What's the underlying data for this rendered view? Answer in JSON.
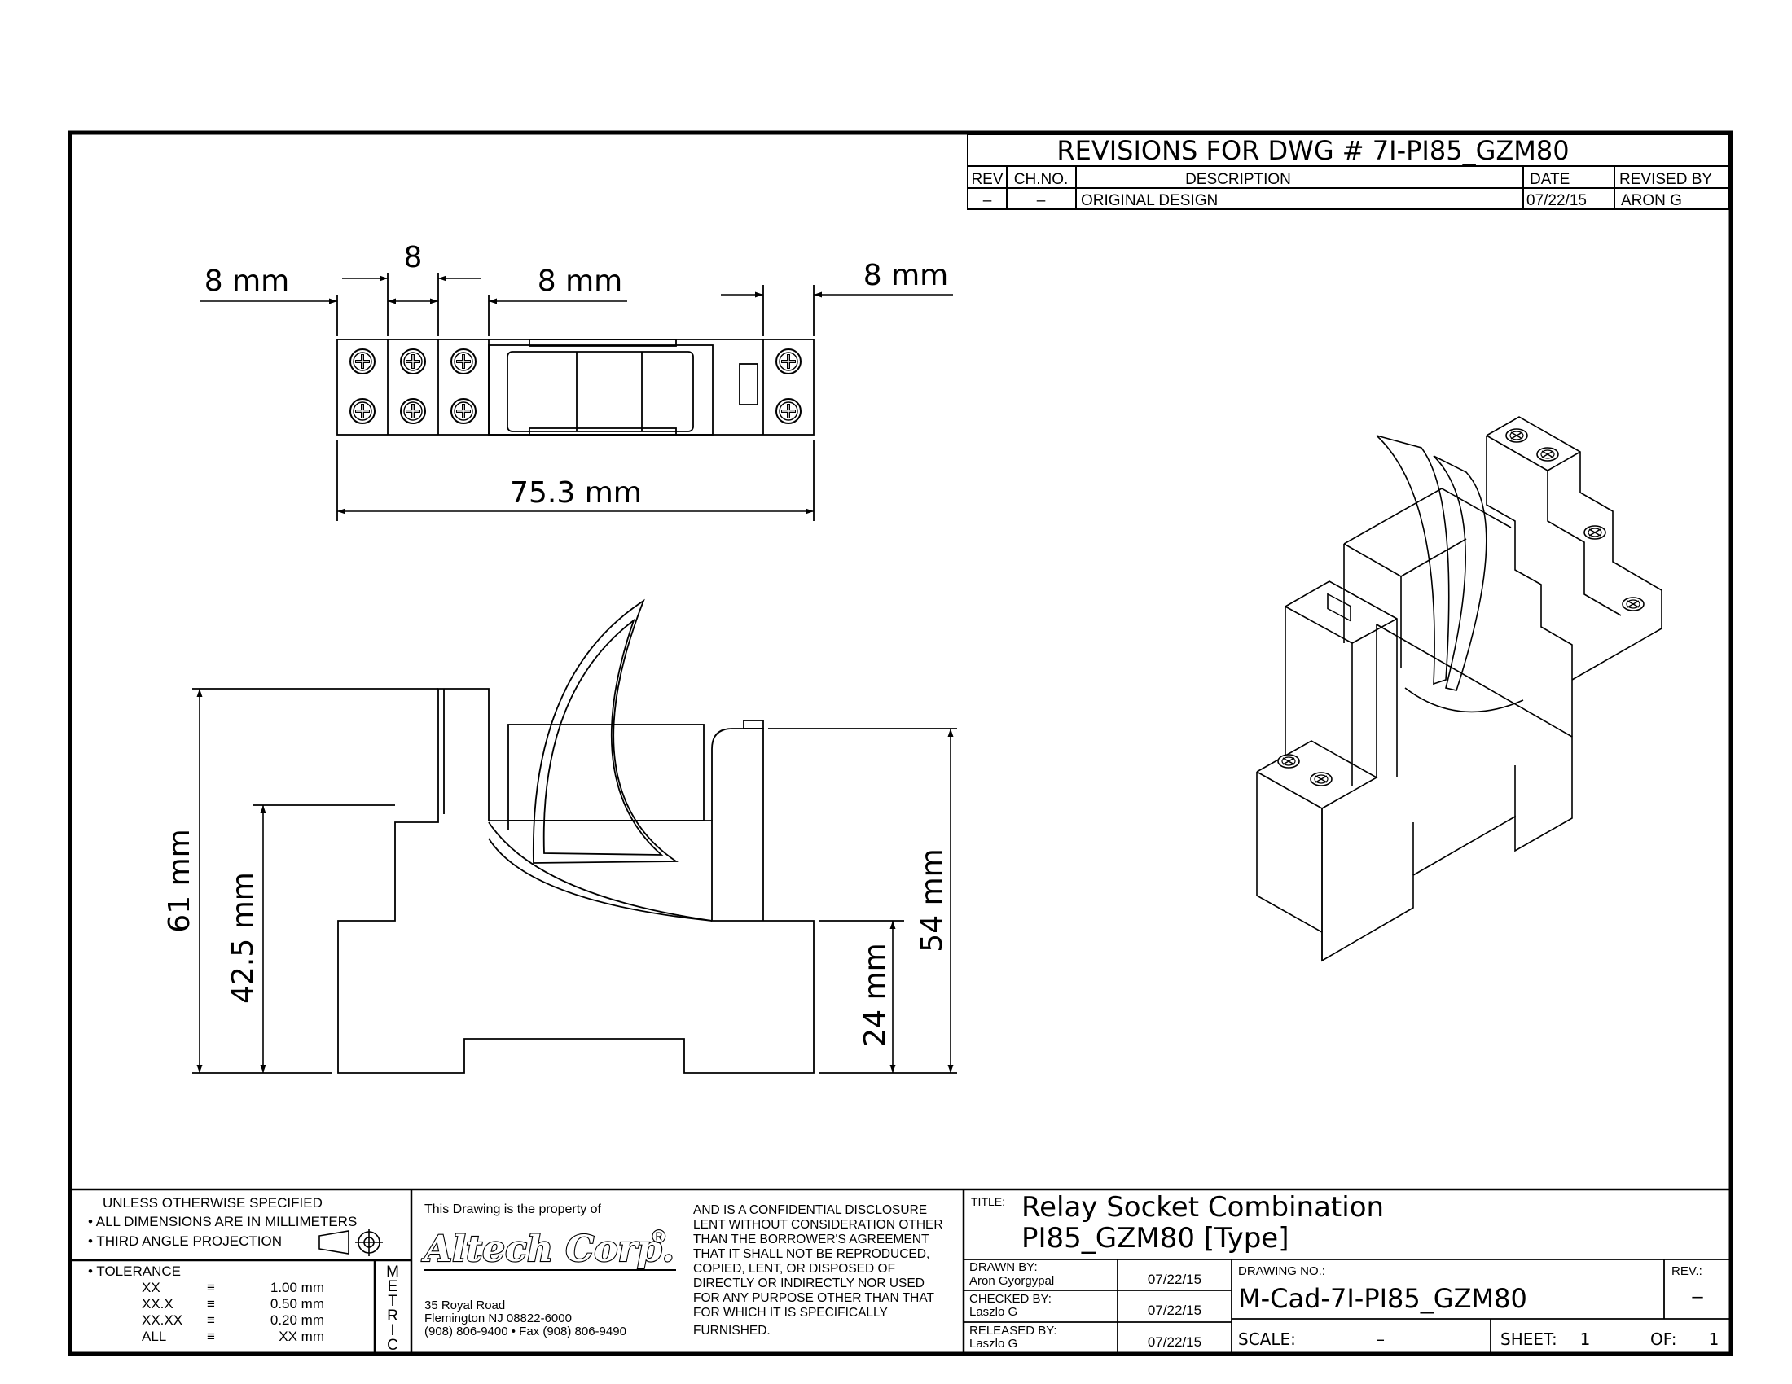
{
  "revisions": {
    "title": "REVISIONS FOR DWG # 7I-PI85_GZM80",
    "headers": {
      "rev": "REV",
      "ch_no": "CH.NO.",
      "description": "DESCRIPTION",
      "date": "DATE",
      "revised_by": "REVISED BY"
    },
    "rows": [
      {
        "rev": "–",
        "ch_no": "–",
        "description": "ORIGINAL DESIGN",
        "date": "07/22/15",
        "revised_by": "ARON G"
      }
    ]
  },
  "top_view": {
    "dims": {
      "left": "8 mm",
      "middle": "8",
      "center": "8 mm",
      "right": "8 mm",
      "overall": "75.3 mm"
    }
  },
  "side_view": {
    "dims": {
      "height_total": "61 mm",
      "height_mid": "42.5 mm",
      "height_socket": "54 mm",
      "height_base": "24 mm"
    }
  },
  "notes": {
    "line1": "UNLESS OTHERWISE SPECIFIED",
    "line2": "• ALL DIMENSIONS ARE IN MILLIMETERS",
    "line3": "• THIRD ANGLE PROJECTION",
    "tolerance_label": "• TOLERANCE",
    "tolerance_rows": [
      {
        "k": "XX",
        "sym": "≡",
        "v": "1.00 mm"
      },
      {
        "k": "XX.X",
        "sym": "≡",
        "v": "0.50 mm"
      },
      {
        "k": "XX.XX",
        "sym": "≡",
        "v": "0.20 mm"
      },
      {
        "k": "ALL",
        "sym": "≡",
        "v": "XX mm"
      }
    ],
    "metric_letters": [
      "M",
      "E",
      "T",
      "R",
      "I",
      "C"
    ]
  },
  "company": {
    "property_text": "This Drawing is the property of",
    "logo": "Altech Corp.",
    "reg_mark": "®",
    "address1": "35 Royal Road",
    "address2": "Flemington NJ 08822-6000",
    "phone": "(908) 806-9400 • Fax (908) 806-9490",
    "disclosure": [
      "AND IS A CONFIDENTIAL DISCLOSURE",
      "LENT WITHOUT CONSIDERATION OTHER",
      "THAN THE BORROWER'S AGREEMENT",
      "THAT IT SHALL NOT BE REPRODUCED,",
      "COPIED, LENT, OR DISPOSED OF",
      "DIRECTLY OR INDIRECTLY NOR USED",
      "FOR ANY PURPOSE OTHER THAN THAT",
      "FOR WHICH IT IS SPECIFICALLY",
      "FURNISHED."
    ]
  },
  "title_block": {
    "title_label": "TITLE:",
    "title_line1": "Relay Socket Combination",
    "title_line2": "PI85_GZM80 [Type]",
    "drawn_by_label": "DRAWN BY:",
    "drawn_by": "Aron Gyorgypal",
    "drawn_date": "07/22/15",
    "checked_by_label": "CHECKED BY:",
    "checked_by": "Laszlo G",
    "checked_date": "07/22/15",
    "released_by_label": "RELEASED BY:",
    "released_by": "Laszlo G",
    "released_date": "07/22/15",
    "drawing_no_label": "DRAWING NO.:",
    "drawing_no": "M-Cad-7I-PI85_GZM80",
    "rev_label": "REV.:",
    "rev": "–",
    "scale_label": "SCALE:",
    "scale": "–",
    "sheet_label": "SHEET:",
    "sheet": "1",
    "of_label": "OF:",
    "of": "1"
  }
}
